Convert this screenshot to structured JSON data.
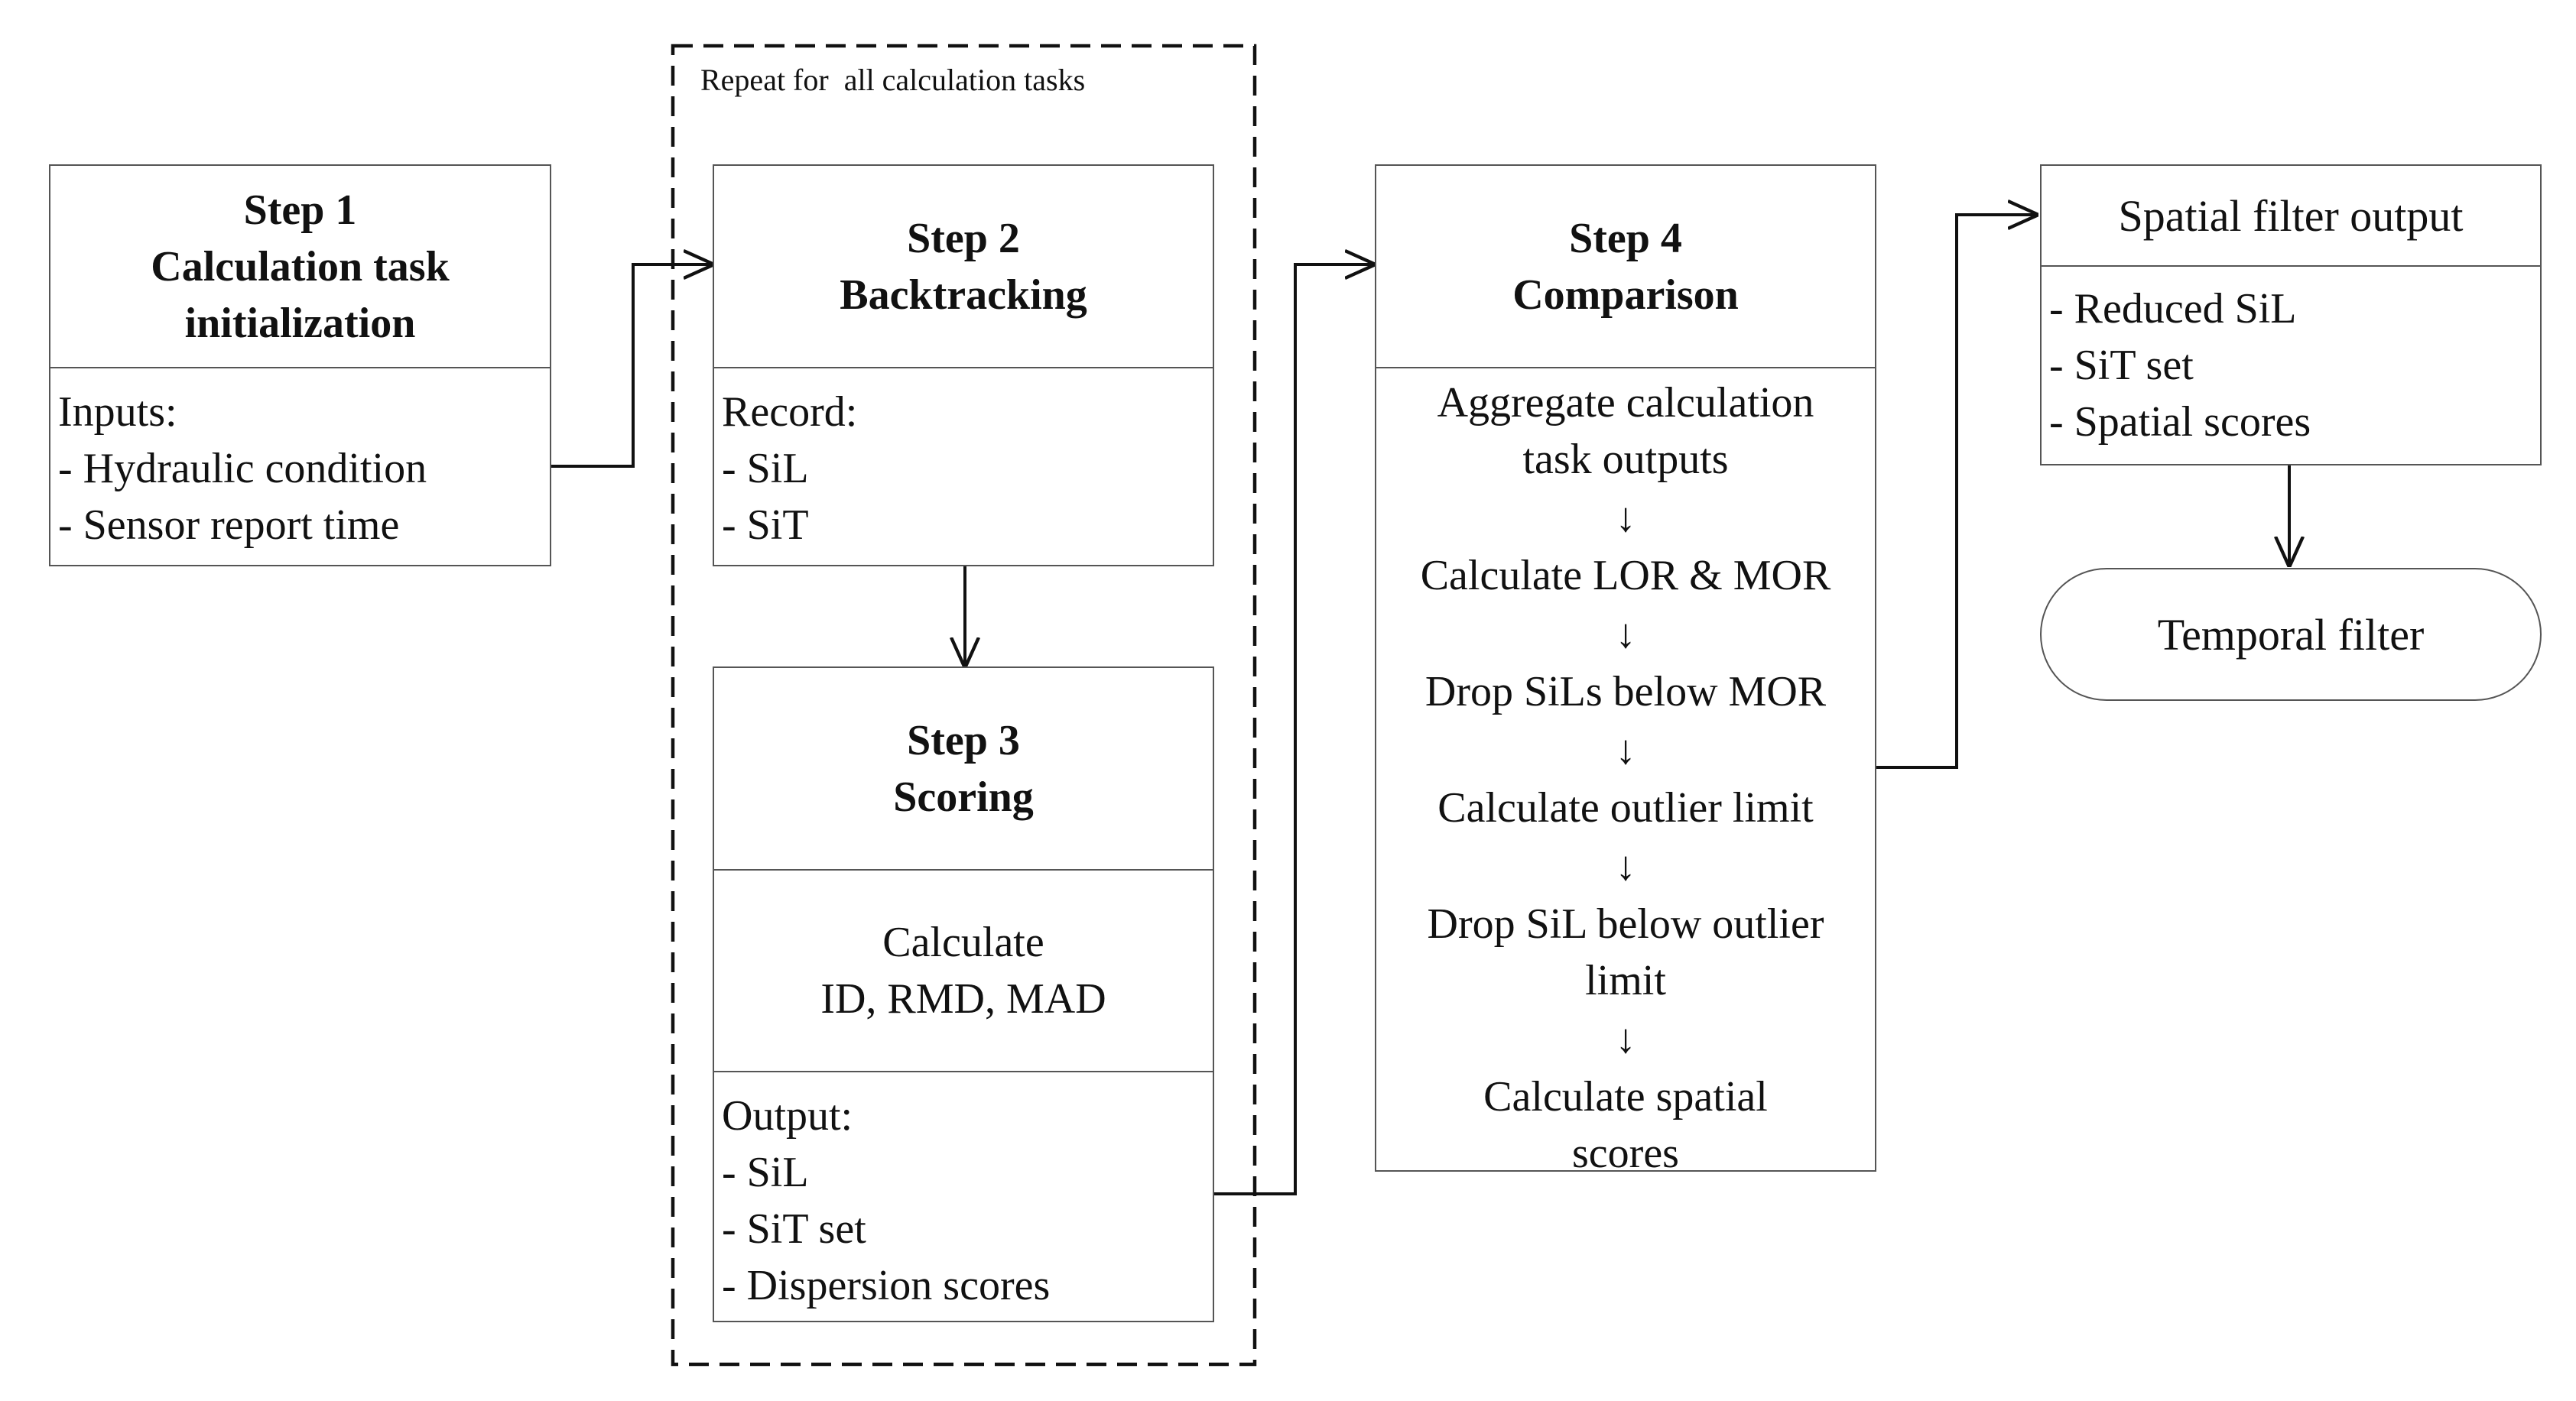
{
  "repeat_label": "Repeat for  all calculation tasks",
  "step1": {
    "title": [
      "Step 1",
      "Calculation task",
      "initialization"
    ],
    "body": [
      "Inputs:",
      "- Hydraulic condition",
      "- Sensor report time"
    ]
  },
  "step2": {
    "title": [
      "Step 2",
      "Backtracking"
    ],
    "body": [
      "Record:",
      "- SiL",
      "- SiT"
    ]
  },
  "step3": {
    "title": [
      "Step 3",
      "Scoring"
    ],
    "calc": [
      "Calculate",
      "ID, RMD, MAD"
    ],
    "body": [
      "Output:",
      "- SiL",
      "- SiT set",
      "- Dispersion scores"
    ]
  },
  "step4": {
    "title": [
      "Step 4",
      "Comparison"
    ],
    "flow": [
      [
        "Aggregate calculation",
        "task outputs"
      ],
      [
        "Calculate LOR & MOR"
      ],
      [
        "Drop SiLs below MOR"
      ],
      [
        "Calculate outlier limit"
      ],
      [
        "Drop SiL below outlier",
        "limit"
      ],
      [
        "Calculate spatial",
        "scores"
      ]
    ],
    "flow_arrow": "↓"
  },
  "output": {
    "title": "Spatial filter output",
    "body": [
      "- Reduced SiL",
      "- SiT set",
      "- Spatial scores"
    ]
  },
  "temporal": "Temporal filter"
}
